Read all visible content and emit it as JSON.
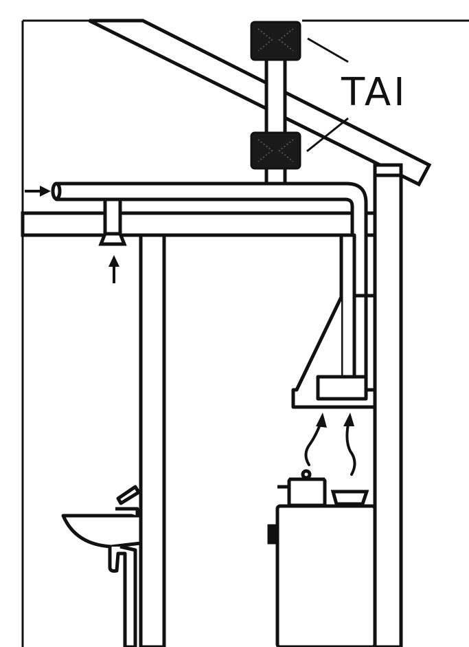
{
  "diagram": {
    "label": "TAI",
    "colors": {
      "line": "#111111",
      "fill": "#ffffff",
      "silencer": "#1a1a1a",
      "background": "#ffffff"
    },
    "components": [
      "roof",
      "vertical-duct",
      "upper-silencer",
      "lower-silencer",
      "horizontal-duct",
      "ceiling",
      "exhaust-valve",
      "kitchen-hood",
      "stove",
      "pot",
      "pan",
      "washbasin",
      "partition-wall",
      "exterior-wall"
    ],
    "arrows": [
      "outdoor-air-inlet-arrow",
      "valve-airflow-arrow",
      "steam-arrow-left",
      "steam-arrow-right"
    ]
  }
}
